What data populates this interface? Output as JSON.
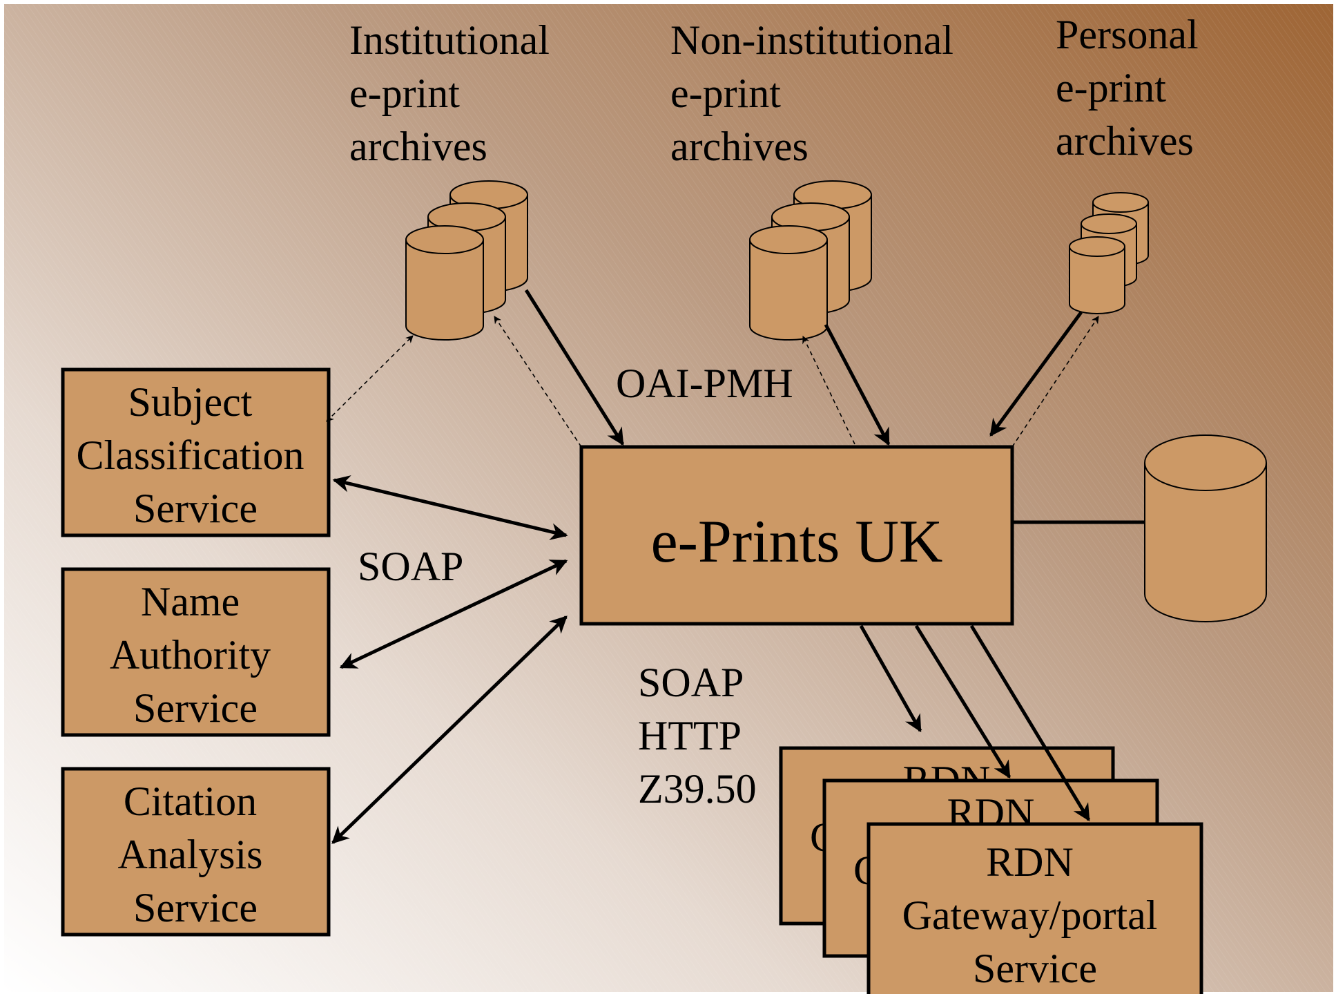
{
  "archives": {
    "institutional": [
      "Institutional",
      "e-print",
      "archives"
    ],
    "non_institutional": [
      "Non-institutional",
      "e-print",
      "archives"
    ],
    "personal": [
      "Personal",
      "e-print",
      "archives"
    ]
  },
  "services": {
    "subject": [
      "Subject",
      "Classification",
      "Service"
    ],
    "name_authority": [
      "Name",
      "Authority",
      "Service"
    ],
    "citation": [
      "Citation",
      "Analysis",
      "Service"
    ]
  },
  "hub": {
    "label": "e-Prints UK"
  },
  "protocols": {
    "oai": "OAI-PMH",
    "soap": "SOAP",
    "outbound": [
      "SOAP",
      "HTTP",
      "Z39.50"
    ]
  },
  "rdn": {
    "back_1": [
      "RDN",
      "G"
    ],
    "back_2": [
      "RDN",
      "G"
    ],
    "front": [
      "RDN",
      "Gateway/portal",
      "Service"
    ]
  },
  "colors": {
    "box_fill": "#CC9966",
    "outline": "#000000",
    "background_light": "#FFFFFF",
    "background_dark": "#A0683A"
  }
}
